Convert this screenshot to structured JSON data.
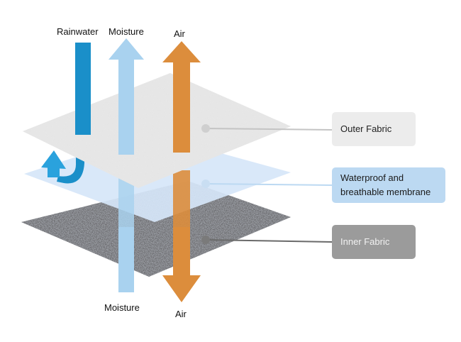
{
  "labels": {
    "rainwater_top": "Rainwater",
    "moisture_top": "Moisture",
    "air_top": "Air",
    "moisture_bottom": "Moisture",
    "air_bottom": "Air"
  },
  "callouts": {
    "outer": "Outer Fabric",
    "membrane_line1": "Waterproof and",
    "membrane_line2": "breathable membrane",
    "inner": "Inner Fabric"
  },
  "colors": {
    "rainwater": "#1a8fc9",
    "moisture": "#a9d2ef",
    "air": "#dc8d3c",
    "membrane": "#d6e6f8",
    "outer_box": "#ececec",
    "membrane_box": "#bcd9f2",
    "inner_box": "#9b9b9b"
  }
}
